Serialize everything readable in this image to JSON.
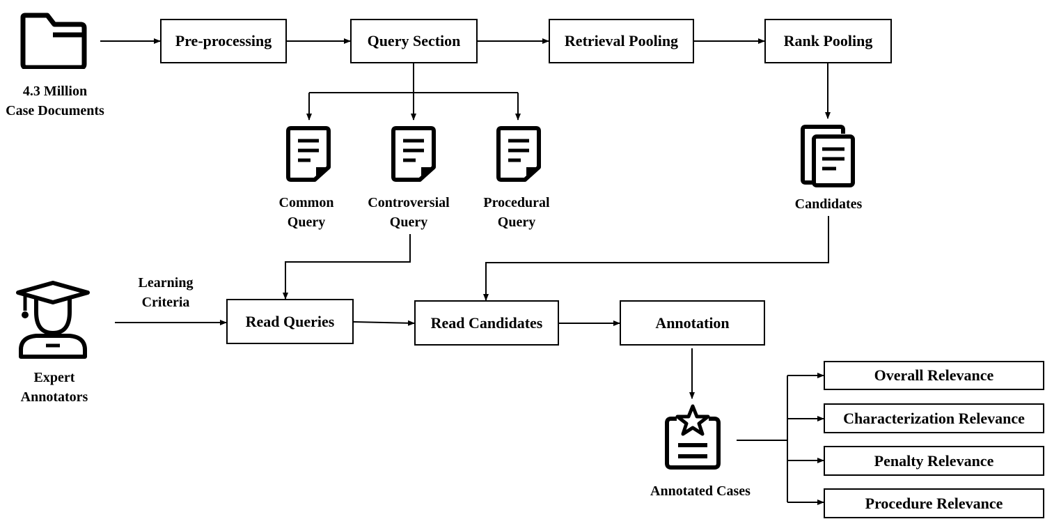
{
  "boxes": {
    "preprocessing": "Pre-processing",
    "query_section": "Query Section",
    "retrieval_pooling": "Retrieval Pooling",
    "rank_pooling": "Rank Pooling",
    "read_queries": "Read Queries",
    "read_candidates": "Read Candidates",
    "annotation": "Annotation",
    "overall_relevance": "Overall Relevance",
    "characterization_relevance": "Characterization Relevance",
    "penalty_relevance": "Penalty Relevance",
    "procedure_relevance": "Procedure Relevance"
  },
  "labels": {
    "documents": [
      "4.3 Million",
      "Case Documents"
    ],
    "common_query": [
      "Common",
      "Query"
    ],
    "controversial_query": [
      "Controversial",
      "Query"
    ],
    "procedural_query": [
      "Procedural",
      "Query"
    ],
    "candidates": "Candidates",
    "experts": [
      "Expert",
      "Annotators"
    ],
    "learning_criteria": [
      "Learning",
      "Criteria"
    ],
    "annotated_cases": "Annotated Cases"
  },
  "icons": {
    "folder": "folder-icon",
    "query": "document-icon",
    "candidates": "stacked-documents-icon",
    "expert": "graduate-annotator-icon",
    "annotated": "clipboard-star-icon"
  },
  "colors": {
    "stroke": "#000000",
    "background": "#ffffff"
  }
}
